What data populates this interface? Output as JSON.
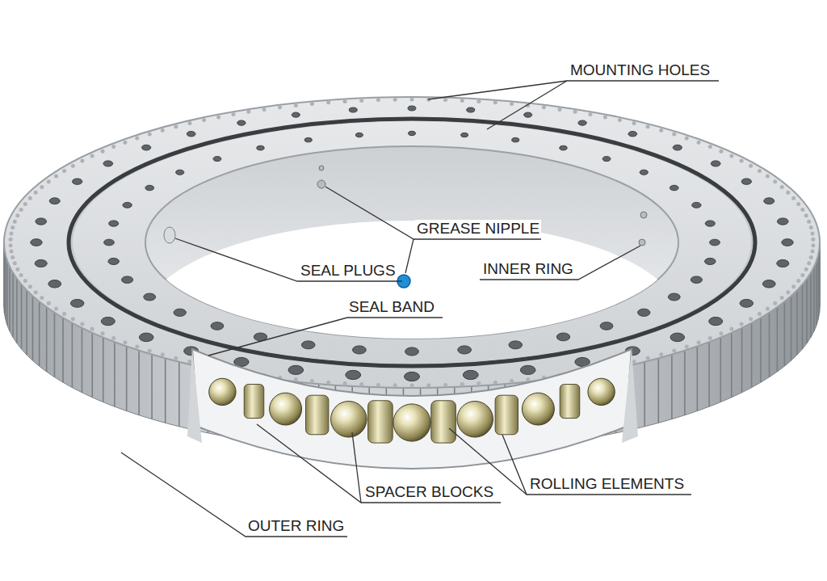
{
  "diagram": {
    "labels": [
      "MOUNTING HOLES",
      "GREASE NIPPLE",
      "SEAL PLUGS",
      "INNER RING",
      "SEAL BAND",
      "SPACER BLOCKS",
      "ROLLING ELEMENTS",
      "OUTER RING"
    ]
  }
}
